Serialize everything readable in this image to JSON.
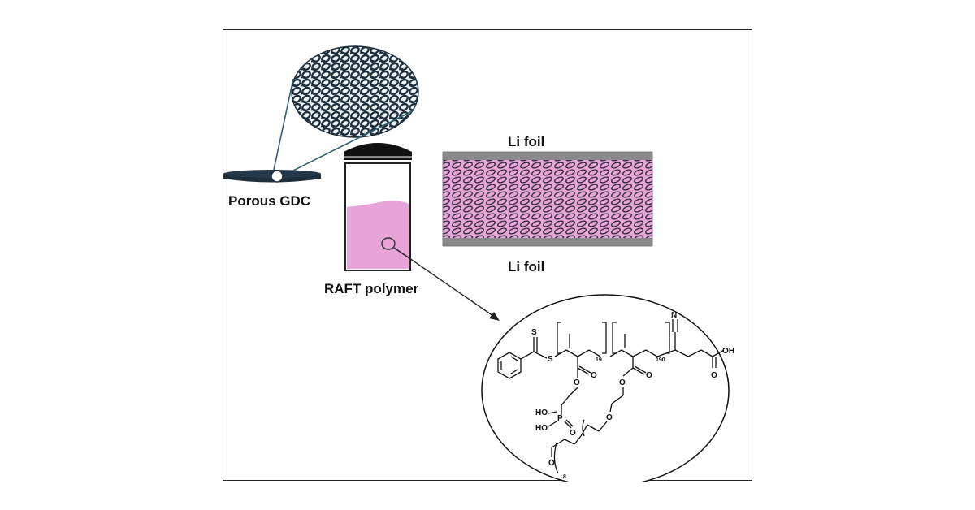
{
  "labels": {
    "porous_gdc": "Porous GDC",
    "raft_polymer": "RAFT polymer",
    "li_foil_top": "Li foil",
    "li_foil_bottom": "Li foil"
  },
  "chemistry": {
    "sulfur_thione": "S",
    "sulfur_thio": "S",
    "nitrile_n": "N",
    "oh_acid": "OH",
    "o_carbonyl_acid": "O",
    "o_ester1": "O",
    "o_carbonyl1": "O",
    "o_ester2": "O",
    "o_carbonyl2": "O",
    "o_ether1": "O",
    "o_ether2": "O",
    "p_atom": "P",
    "ho_1": "HO",
    "ho_2": "HO",
    "o_phosphoryl": "O",
    "subscript_19": "19",
    "subscript_190": "190",
    "subscript_8": "8"
  },
  "colors": {
    "porous_material": "#1e2f3c",
    "solution_pink": "#e8a3d9",
    "li_foil_gray": "#8a8a8a",
    "cap_black": "#111111",
    "line_teal": "#2f5f73"
  }
}
